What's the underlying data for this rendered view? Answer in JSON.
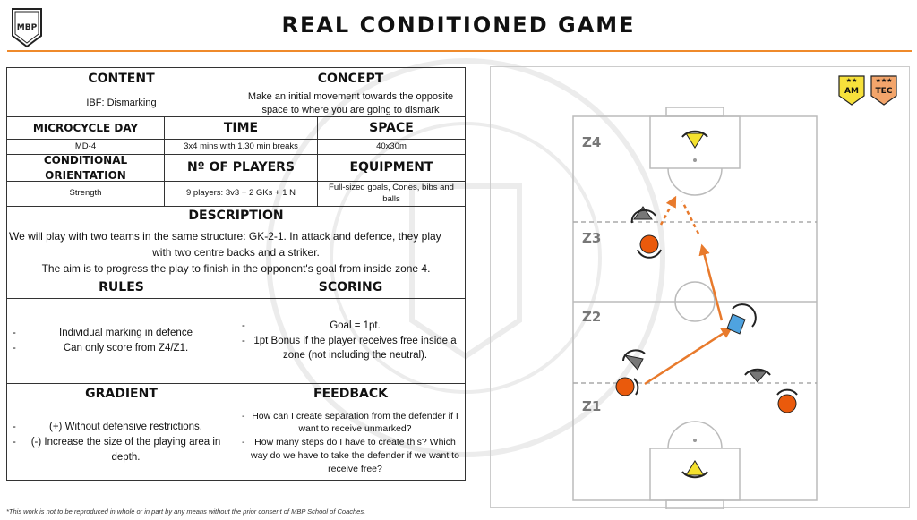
{
  "title": "REAL CONDITIONED GAME",
  "logo_text": "MBP",
  "table": {
    "content_h": "CONTENT",
    "concept_h": "CONCEPT",
    "content_v": "IBF: Dismarking",
    "concept_v": "Make an initial movement towards the opposite space to where you are going to dismark",
    "micro_h": "MICROCYCLE DAY",
    "time_h": "TIME",
    "space_h": "SPACE",
    "micro_v": "MD-4",
    "time_v": "3x4 mins with 1.30 min breaks",
    "space_v": "40x30m",
    "orient_h": "CONDITIONAL ORIENTATION",
    "players_h": "Nº OF PLAYERS",
    "equip_h": "EQUIPMENT",
    "orient_v": "Strength",
    "players_v": "9 players: 3v3 + 2 GKs + 1 N",
    "equip_v": "Full-sized goals, Cones, bibs and balls",
    "desc_h": "DESCRIPTION",
    "desc_1": "We will play with two teams in the same structure: GK-2-1. In attack and defence, they play",
    "desc_2": "with two centre backs and a striker.",
    "desc_3": "The aim is to progress the play to finish in the opponent's goal from inside zone 4.",
    "rules_h": "RULES",
    "scoring_h": "SCORING",
    "rules": [
      "Individual marking in defence",
      "Can only score from Z4/Z1."
    ],
    "scoring": [
      "Goal = 1pt.",
      "1pt Bonus if the player receives free inside a zone (not including the neutral)."
    ],
    "gradient_h": "GRADIENT",
    "feedback_h": "FEEDBACK",
    "gradient": [
      "(+) Without defensive restrictions.",
      "(-) Increase the size of the playing area in depth."
    ],
    "feedback": [
      "How can I create separation from the defender if I want to receive unmarked?",
      "How many steps do I have to create this? Which way do we have to take the defender if we want to receive free?"
    ]
  },
  "badges": [
    {
      "label": "AM",
      "stars": "★★",
      "color": "#f7e13b"
    },
    {
      "label": "TEC",
      "stars": "★★★",
      "color": "#f3a56b"
    }
  ],
  "zones": [
    "Z4",
    "Z3",
    "Z2",
    "Z1"
  ],
  "footer": "*This work is not to be reproduced in whole or in part by any means without the prior consent of MBP School of Coaches."
}
